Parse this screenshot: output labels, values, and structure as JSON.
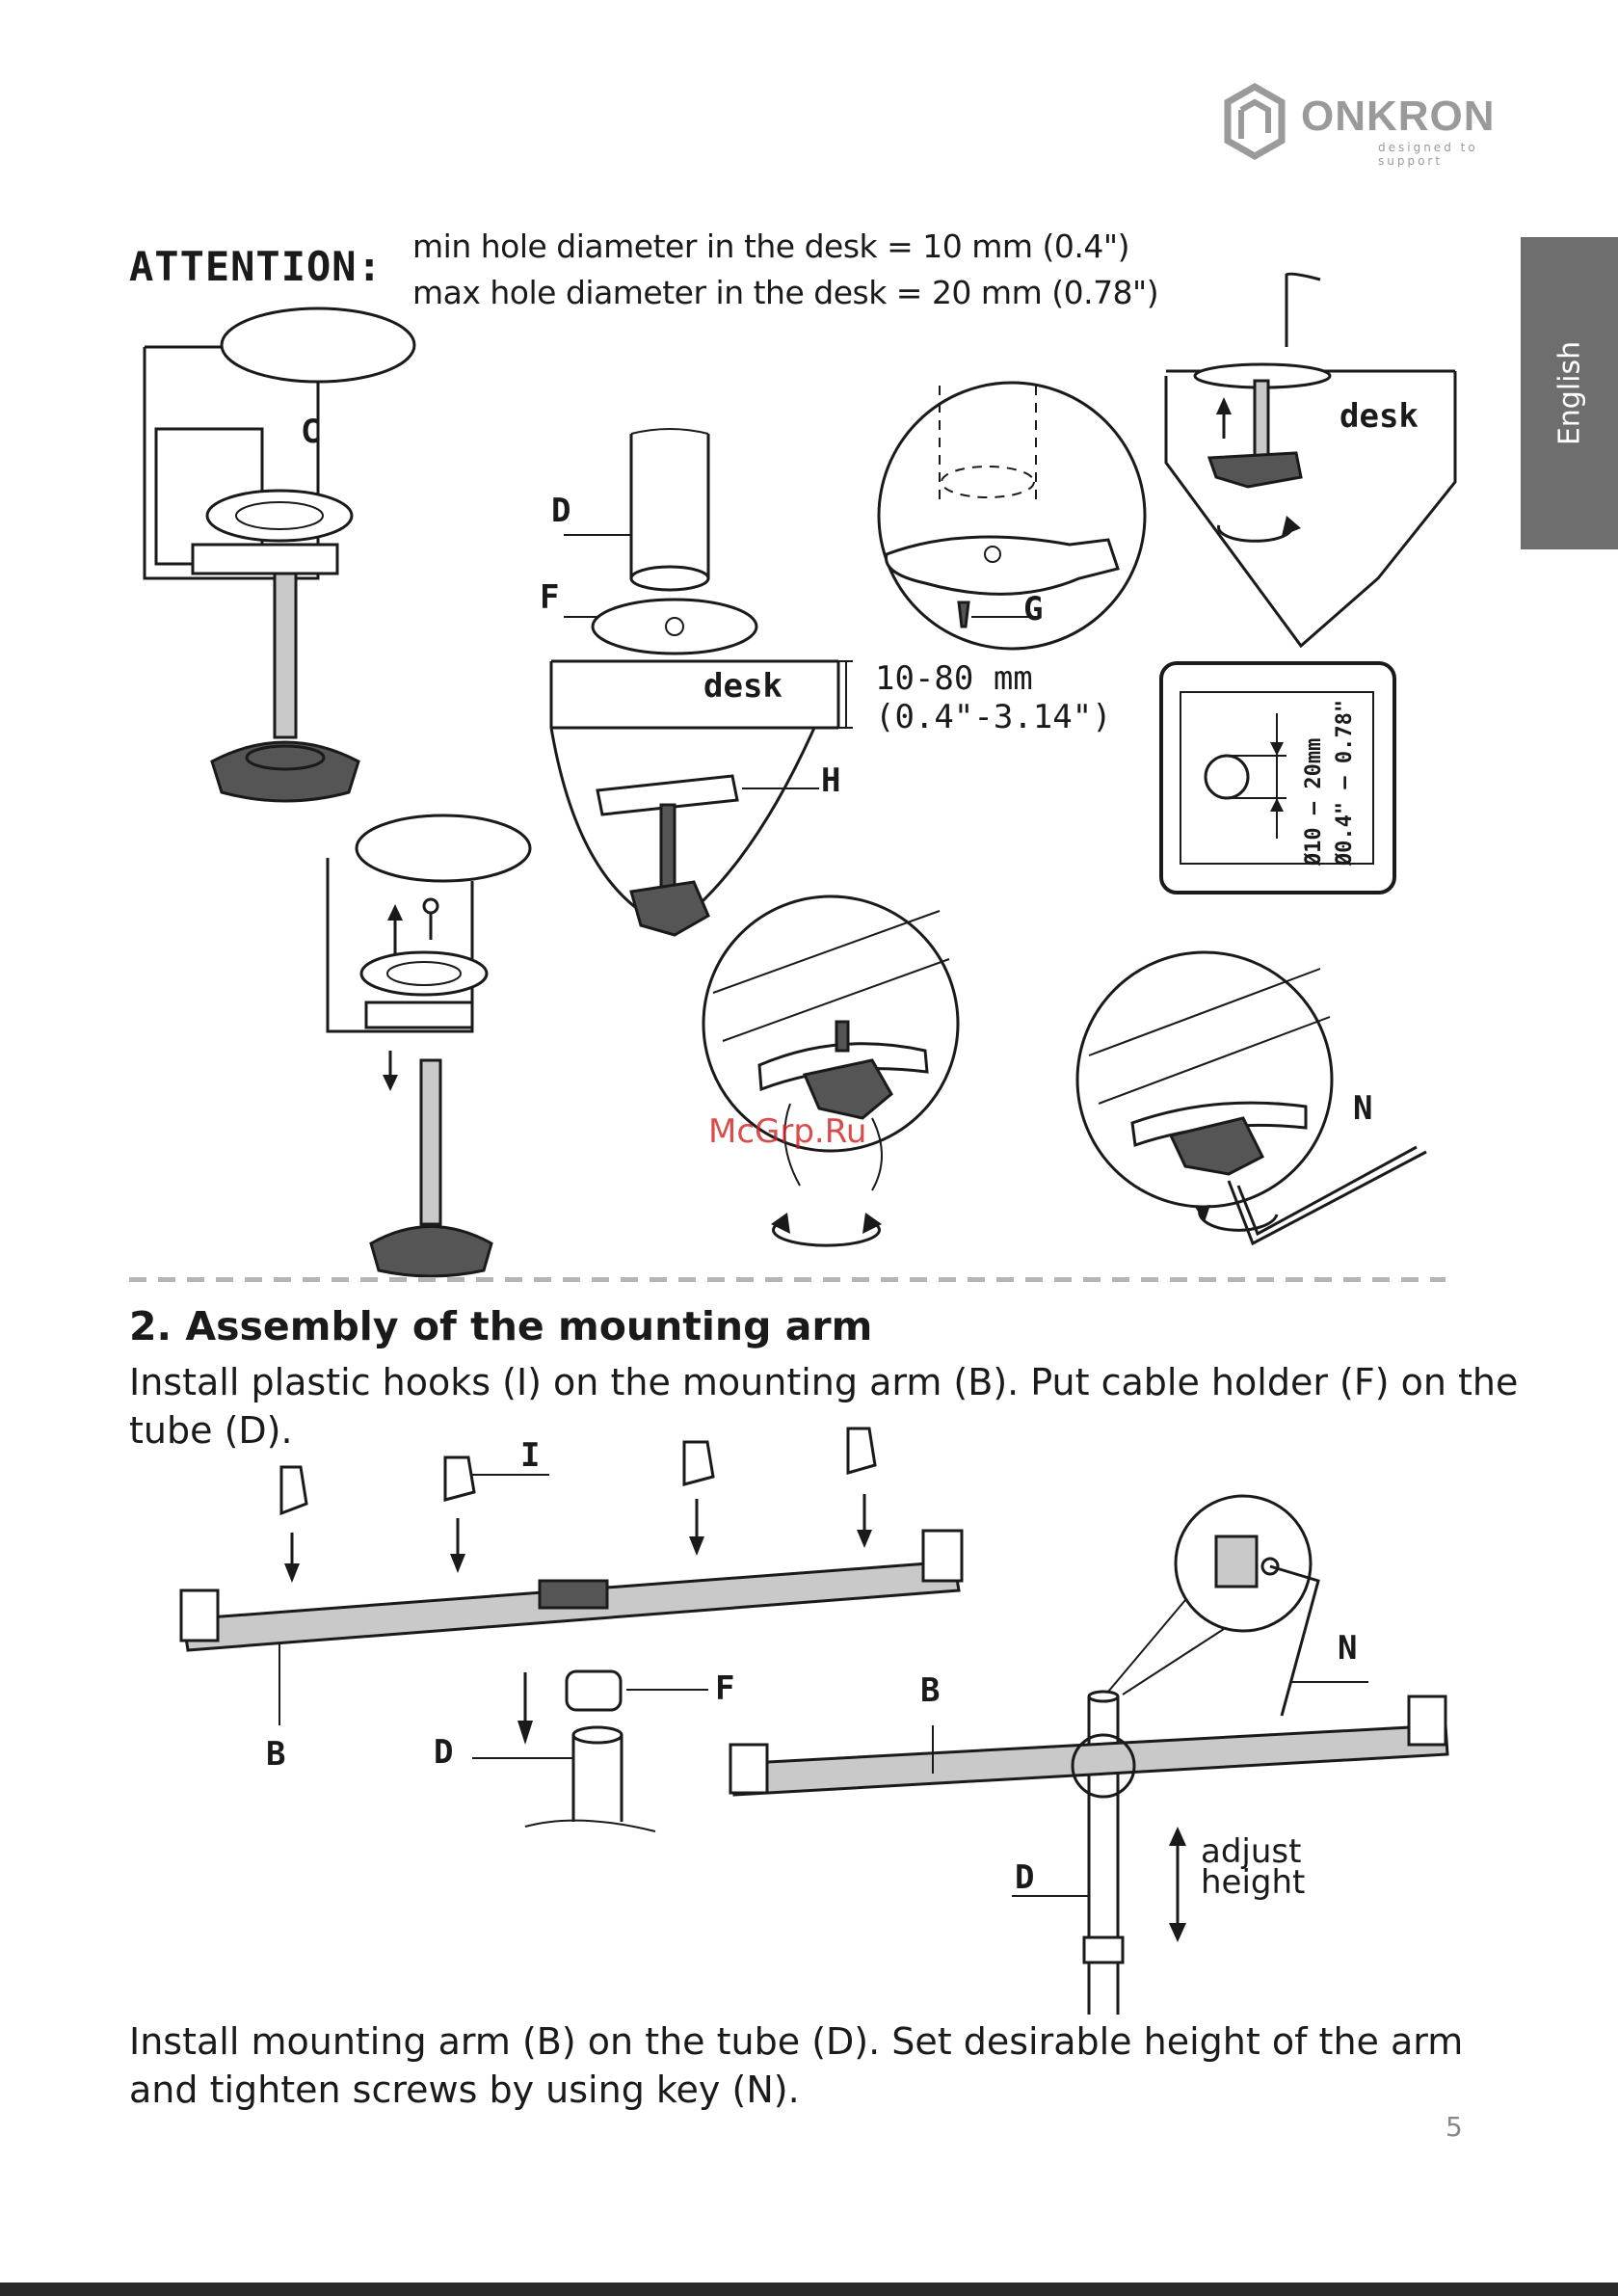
{
  "brand": {
    "name": "ONKRON",
    "tagline": "designed to support"
  },
  "language_tab": "English",
  "attention": {
    "title": "ATTENTION:",
    "line1": "min hole diameter in the desk = 10 mm (0.4\")",
    "line2": "max hole diameter in the desk = 20 mm (0.78\")"
  },
  "figure1": {
    "labels": {
      "c": "C",
      "d": "D",
      "f": "F",
      "g": "G",
      "h": "H",
      "n": "N"
    },
    "desk_label_1": "desk",
    "desk_label_2": "desk",
    "thickness_mm": "10-80 mm",
    "thickness_in": "(0.4\"-3.14\")",
    "hole_mm": "Ø10 – 20mm",
    "hole_in": "Ø0.4\" – 0.78\""
  },
  "watermark": "McGrp.Ru",
  "section2": {
    "title": "2. Assembly of the mounting arm",
    "intro": "Install plastic hooks (I) on the mounting arm (B). Put cable holder (F) on the tube (D).",
    "labels": {
      "i": "I",
      "b1": "B",
      "d1": "D",
      "f": "F",
      "b2": "B",
      "n": "N",
      "d2": "D"
    },
    "adjust_1": "adjust",
    "adjust_2": "height",
    "outro": "Install mounting arm (B) on the tube (D). Set desirable height of the arm and tighten screws by using key (N)."
  },
  "page_number": "5"
}
